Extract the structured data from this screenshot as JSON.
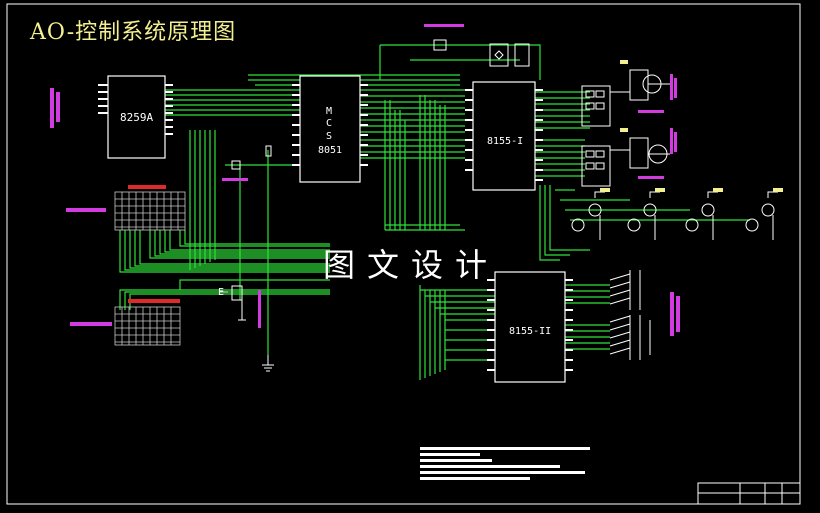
{
  "title": "AO-控制系统原理图",
  "watermark": "图文设计",
  "blocks": {
    "irq": "8259A",
    "mcu": [
      "M",
      "C",
      "S",
      "8051"
    ],
    "io1": "8155-I",
    "io2": "8155-II",
    "e_label": "E"
  },
  "colors": {
    "wire": "#2fe23a",
    "frame": "#ffffff",
    "pink_label": "#d23be0",
    "yellow": "#f3f092",
    "red_bar": "#e02a2a",
    "grid": "#c8c8c8"
  }
}
